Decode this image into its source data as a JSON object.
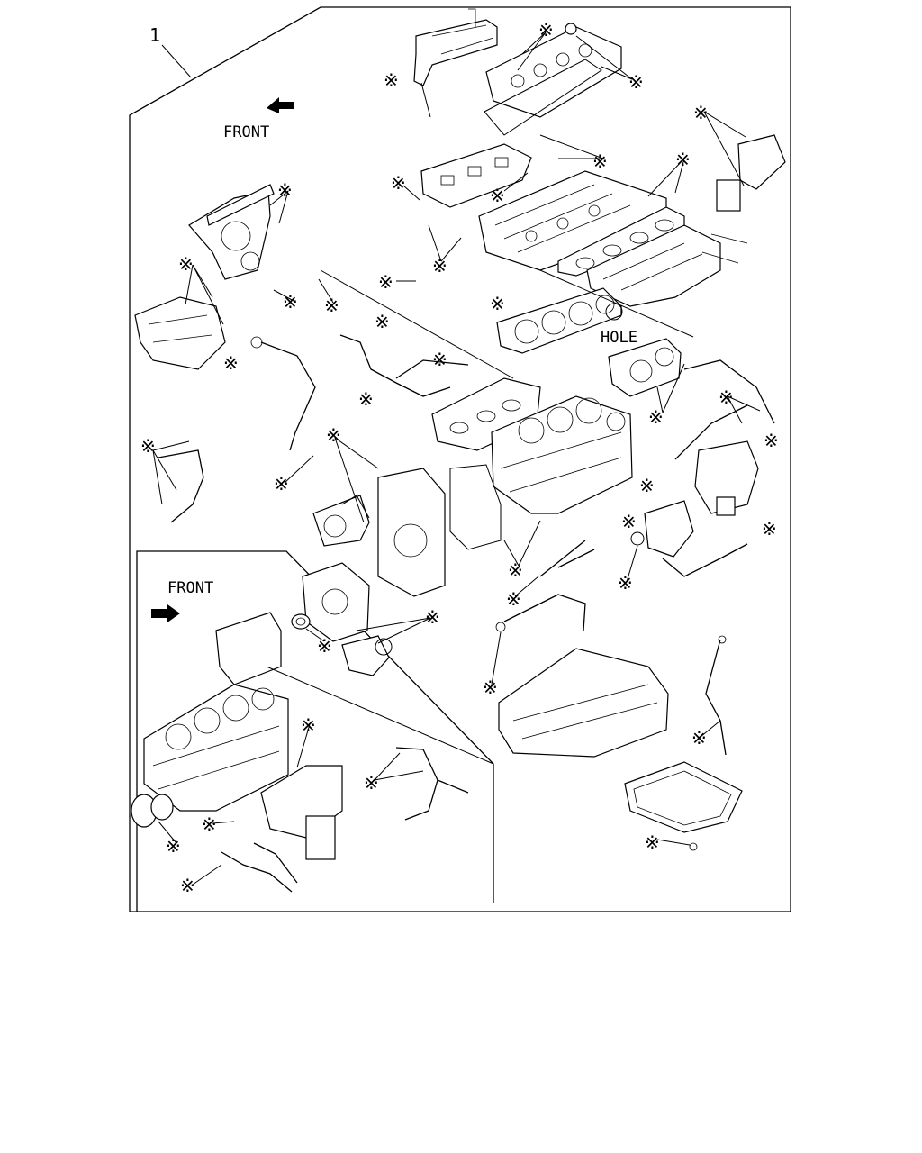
{
  "diagram": {
    "item_number": "1",
    "front_label_main": "FRONT",
    "front_label_inset": "FRONT",
    "hole_label": "HOLE",
    "marker_symbol": "※"
  }
}
